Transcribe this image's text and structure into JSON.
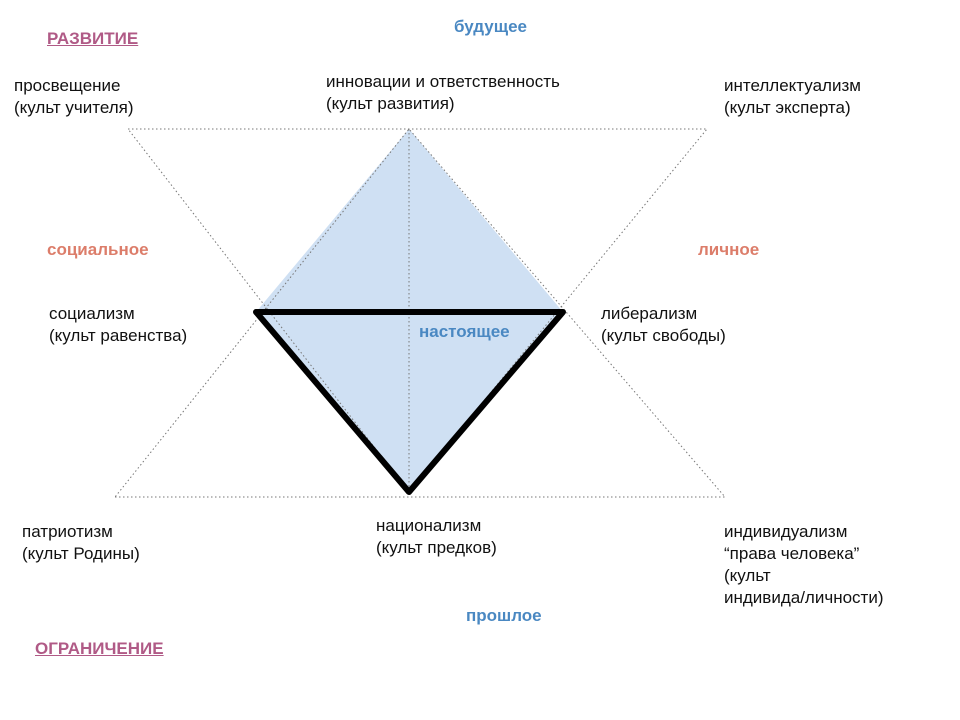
{
  "colors": {
    "corner_label": "#b05a86",
    "axis_time": "#4a88c2",
    "axis_side": "#dc7d6a",
    "fill": "#cfe0f3",
    "thick_line": "#000000",
    "dotted_line": "#777777"
  },
  "corners": {
    "top_left": "РАЗВИТИЕ",
    "bottom_left": "ОГРАНИЧЕНИЕ"
  },
  "axes": {
    "top": "будущее",
    "bottom": "прошлое",
    "center": "настоящее",
    "left": "социальное",
    "right": "личное"
  },
  "nodes": {
    "top_left": [
      "просвещение",
      "(культ учителя)"
    ],
    "top_center": [
      "инновации и ответственность",
      "(культ развития)"
    ],
    "top_right": [
      "интеллектуализм",
      "(культ эксперта)"
    ],
    "mid_left": [
      "социализм",
      "(культ равенства)"
    ],
    "mid_right": [
      "либерализм",
      "(культ свободы)"
    ],
    "bottom_left": [
      "патриотизм",
      "(культ Родины)"
    ],
    "bottom_center": [
      "национализм",
      "(культ предков)"
    ],
    "bottom_right": [
      "индивидуализм",
      "“права человека”",
      "(культ",
      "индивида/личности)"
    ]
  }
}
